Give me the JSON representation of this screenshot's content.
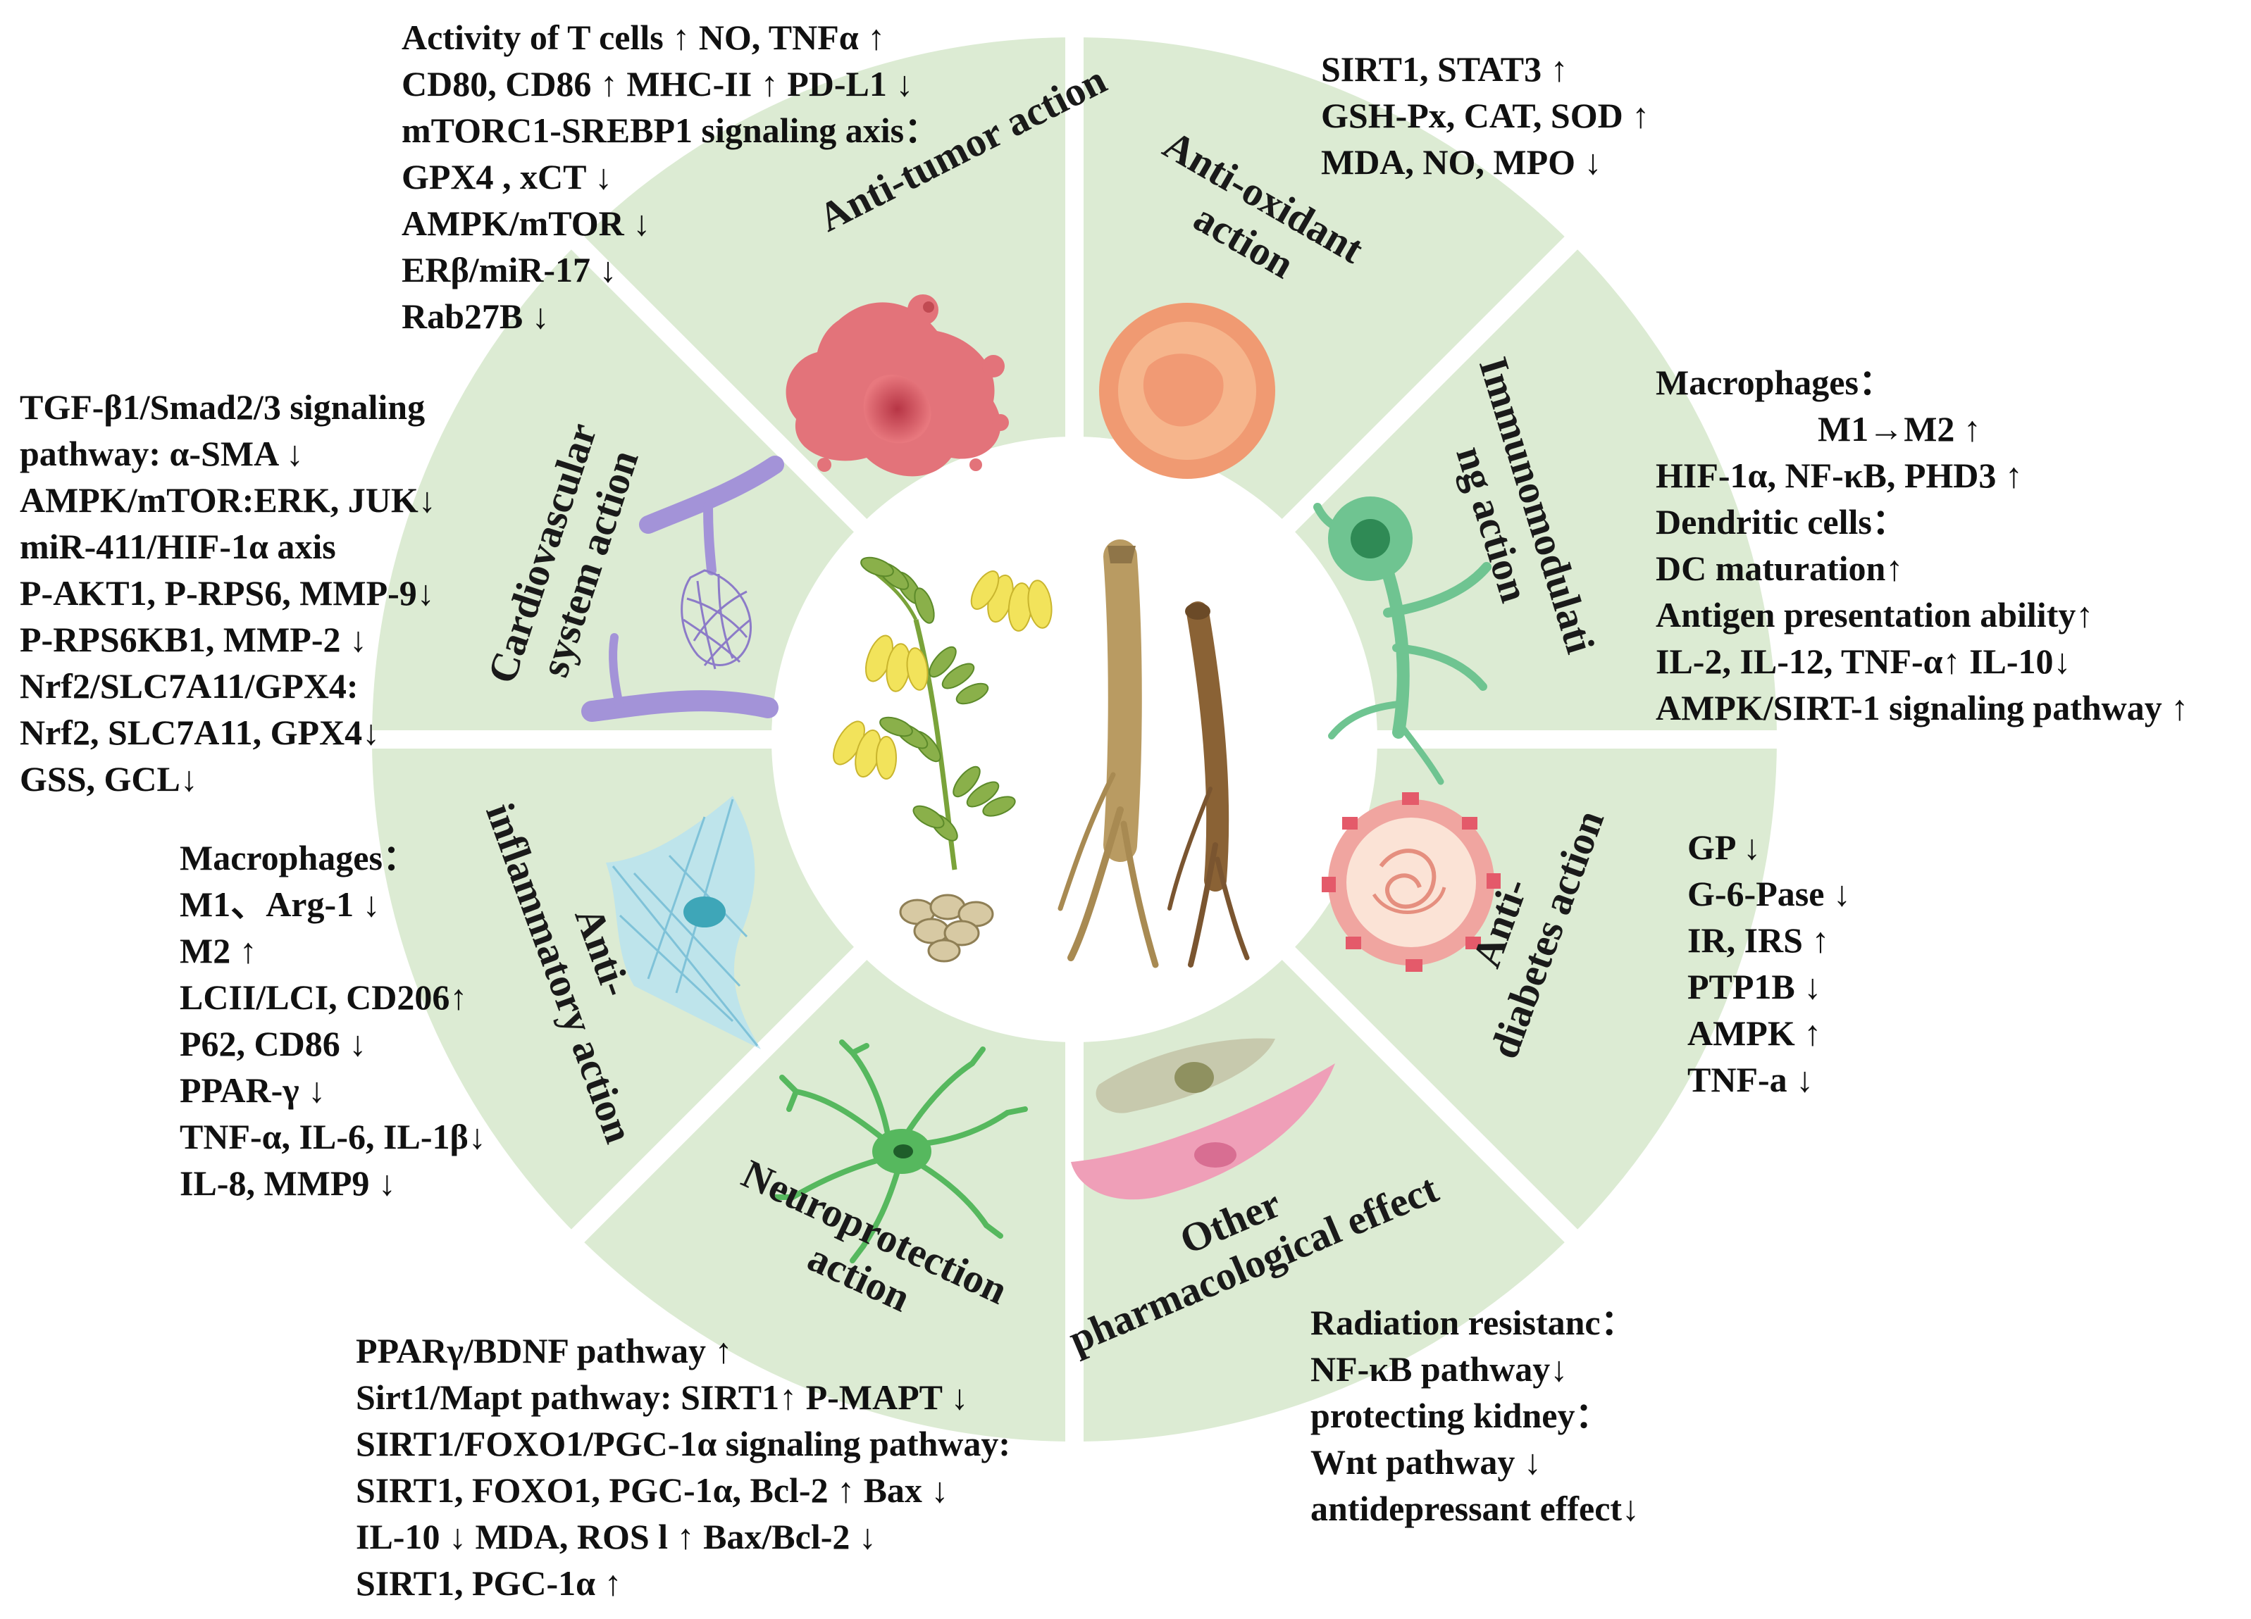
{
  "segments": {
    "anti_tumor": {
      "lines": [
        "Anti-tumor action"
      ]
    },
    "anti_oxidant": {
      "lines": [
        "Anti-oxidant",
        "action"
      ]
    },
    "immunomodulating": {
      "lines": [
        "Immunomodulati",
        "ng action"
      ]
    },
    "anti_diabetes": {
      "lines": [
        "Anti-",
        "diabetes action"
      ]
    },
    "other": {
      "lines": [
        "Other",
        "pharmacological effect"
      ]
    },
    "neuroprotection": {
      "lines": [
        "Neuroprotection",
        "action"
      ]
    },
    "anti_inflammatory": {
      "lines": [
        "Anti-",
        "inflammatory action"
      ]
    },
    "cardiovascular": {
      "lines": [
        "Cardiovascular",
        "system action"
      ]
    }
  },
  "annotations": {
    "anti_tumor": [
      "Activity of T cells ↑              NO, TNFα  ↑",
      "CD80, CD86  ↑    MHC-II ↑  PD-L1 ↓",
      "mTORC1-SREBP1 signaling axis：",
      "GPX4 , xCT    ↓",
      "AMPK/mTOR ↓",
      "ERβ/miR-17 ↓",
      "Rab27B  ↓"
    ],
    "anti_oxidant": [
      "SIRT1, STAT3    ↑",
      "GSH-Px, CAT, SOD  ↑",
      "MDA, NO, MPO  ↓"
    ],
    "immunomodulating": [
      "Macrophages：",
      "M1→M2 ↑",
      "HIF-1α, NF-κB, PHD3 ↑",
      "Dendritic cells：",
      "DC maturation↑",
      "Antigen presentation ability↑",
      "IL-2, IL-12, TNF-α↑  IL-10↓",
      "AMPK/SIRT-1 signaling pathway ↑"
    ],
    "anti_diabetes": [
      "GP   ↓",
      "G-6-Pase ↓",
      "IR, IRS  ↑",
      "PTP1B  ↓",
      "AMPK  ↑",
      "TNF-a  ↓"
    ],
    "other": [
      "Radiation resistanc：",
      "NF-κB pathway↓",
      "protecting kidney：",
      "Wnt  pathway ↓",
      "antidepressant effect↓"
    ],
    "neuroprotection": [
      "PPARγ/BDNF pathway ↑",
      "Sirt1/Mapt pathway:  SIRT1↑  P-MAPT ↓",
      "SIRT1/FOXO1/PGC-1α signaling pathway:",
      "SIRT1, FOXO1, PGC-1α, Bcl-2 ↑     Bax ↓",
      "IL-10 ↓    MDA, ROS l  ↑      Bax/Bcl-2 ↓",
      "SIRT1, PGC-1α  ↑"
    ],
    "anti_inflammatory": [
      "Macrophages：",
      "M1、Arg-1 ↓",
      "M2    ↑",
      "LCII/LCI, CD206↑",
      "P62, CD86  ↓",
      "PPAR-γ ↓",
      "TNF-α, IL-6, IL-1β↓",
      "IL-8, MMP9 ↓"
    ],
    "cardiovascular": [
      "TGF-β1/Smad2/3 signaling",
      "pathway:      α-SMA ↓",
      "AMPK/mTOR:ERK, JUK↓",
      "miR-411/HIF-1α axis",
      "P-AKT1, P-RPS6, MMP-9↓",
      "P-RPS6KB1, MMP-2 ↓",
      "Nrf2/SLC7A11/GPX4:",
      "Nrf2, SLC7A11, GPX4↓",
      "GSS, GCL↓"
    ]
  },
  "colors": {
    "segment_fill": "#dcebd3",
    "separator": "#ffffff",
    "tumor": "#e3737a",
    "oxidant": "#f3a27a",
    "immune": "#6fc491",
    "diabetes": "#f0a5a0",
    "cells": "#ef9fb8",
    "neuron": "#56b85e",
    "fibroblast": "#9ed3e6",
    "vessel": "#a393d8",
    "plant": "#8ab04a",
    "flower": "#f2e35b",
    "root": "#b99b62"
  }
}
